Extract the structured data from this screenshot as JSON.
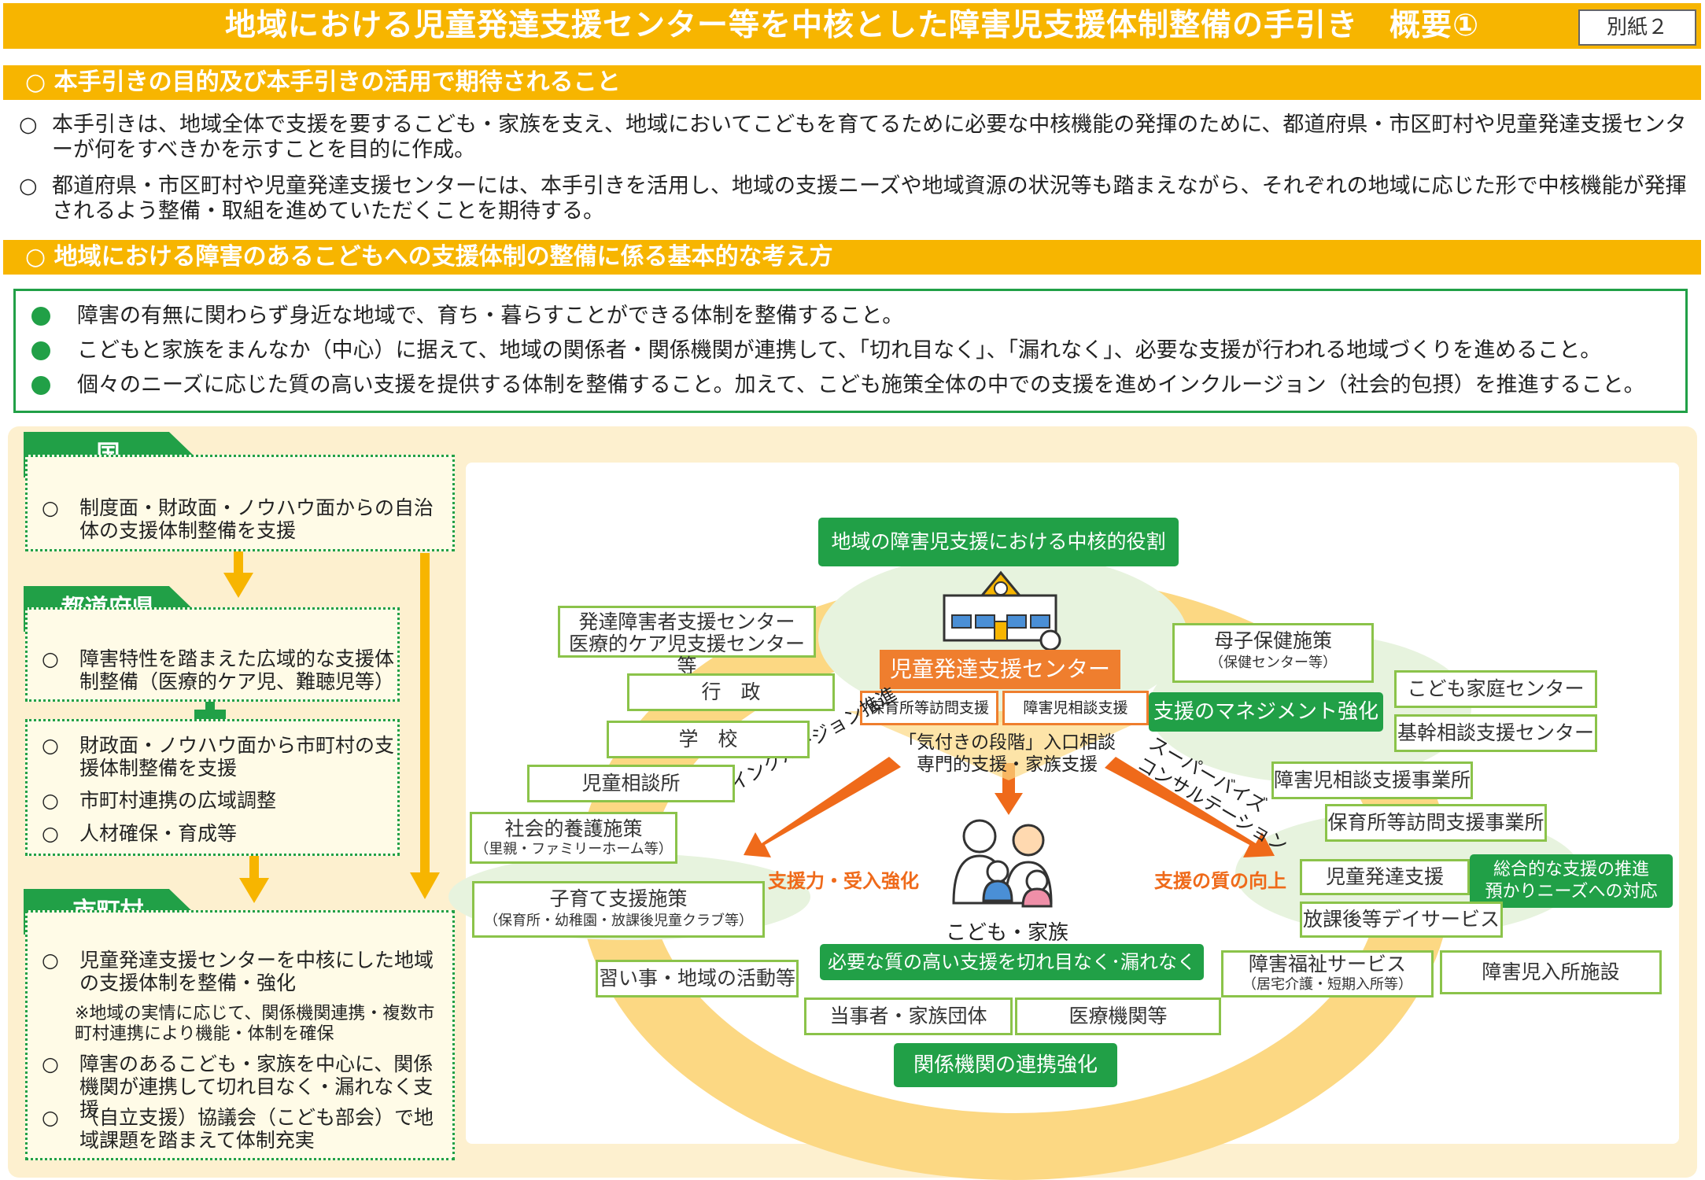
{
  "title": "地域における児童発達支援センター等を中核とした障害児支援体制整備の手引き　概要①",
  "badge": "別紙２",
  "section1": {
    "heading": "○ 本手引きの目的及び本手引きの活用で期待されること",
    "p1": "本手引きは、地域全体で支援を要するこども・家族を支え、地域においてこどもを育てるために必要な中核機能の発揮のために、都道府県・市区町村や児童発達支援センターが何をすべきかを示すことを目的に作成。",
    "p2": "都道府県・市区町村や児童発達支援センターには、本手引きを活用し、地域の支援ニーズや地域資源の状況等も踏まえながら、それぞれの地域に応じた形で中核機能が発揮されるよう整備・取組を進めていただくことを期待する。"
  },
  "section2": {
    "heading": "○ 地域における障害のあるこどもへの支援体制の整備に係る基本的な考え方",
    "bullets": [
      "障害の有無に関わらず身近な地域で、育ち・暮らすことができる体制を整備すること。",
      "こどもと家族をまんなか（中心）に据えて、地域の関係者・関係機関が連携して、「切れ目なく」、「漏れなく」、必要な支援が行われる地域づくりを進めること。",
      "個々のニーズに応じた質の高い支援を提供する体制を整備すること。加えて、こども施策全体の中での支援を進めインクルージョン（社会的包摂）を推進すること。"
    ]
  },
  "left": {
    "kuni": {
      "label": "国",
      "item": "制度面・財政面・ノウハウ面からの自治体の支援体制整備を支援"
    },
    "pref": {
      "label": "都道府県",
      "item1": "障害特性を踏まえた広域的な支援体制整備（医療的ケア児、難聴児等）",
      "item2": "財政面・ノウハウ面から市町村の支援体制整備を支援",
      "item3": "市町村連携の広域調整",
      "item4": "人材確保・育成等"
    },
    "city": {
      "label": "市町村",
      "item1": "児童発達支援センターを中核にした地域の支援体制を整備・強化",
      "note": "※地域の実情に応じて、関係機関連携・複数市町村連携により機能・体制を確保",
      "item2": "障害のあるこども・家族を中心に、関係機関が連携して切れ目なく・漏れなく支援",
      "item3": "（自立支援）協議会（こども部会）で地域課題を踏まえて体制充実"
    }
  },
  "diagram": {
    "core_role": "地域の障害児支援における中核的役割",
    "center": "児童発達支援センター",
    "sub1": "保育所等訪問支援",
    "sub2": "障害児相談支援",
    "intake1": "「気付きの段階」入口相談",
    "intake2": "専門的支援・家族支援",
    "inclusion": "インクルージョン推進",
    "supervise1": "スーパーバイズ",
    "supervise2": "コンサルテーション",
    "strength_left": "支援力・受入強化",
    "strength_right": "支援の質の向上",
    "family": "こども・家族",
    "seamless": "必要な質の高い支援を切れ目なく･漏れなく",
    "management": "支援のマネジメント強化",
    "coordination": "関係機関の連携強化",
    "comprehensive1": "総合的な支援の推進",
    "comprehensive2": "預かりニーズへの対応",
    "boxes": {
      "hattatsu1": "発達障害者支援センター",
      "hattatsu2": "医療的ケア児支援センター等",
      "gyosei": "行　政",
      "gakko": "学　校",
      "jido_sodan": "児童相談所",
      "shakai1": "社会的養護施策",
      "shakai2": "（里親・ファミリーホーム等）",
      "kosodate1": "子育て支援施策",
      "kosodate2": "（保育所・幼稚園・放課後児童クラブ等）",
      "naraigoto": "習い事・地域の活動等",
      "tojisha": "当事者・家族団体",
      "iryo": "医療機関等",
      "boshi1": "母子保健施策",
      "boshi2": "（保健センター等）",
      "kodomo_katei": "こども家庭センター",
      "kikan": "基幹相談支援センター",
      "shogaiji_sodan": "障害児相談支援事業所",
      "hoikusho": "保育所等訪問支援事業所",
      "jido_hattatsu": "児童発達支援",
      "hokago": "放課後等デイサービス",
      "fukushi1": "障害福祉サービス",
      "fukushi2": "（居宅介護・短期入所等）",
      "nyusho": "障害児入所施設"
    }
  }
}
